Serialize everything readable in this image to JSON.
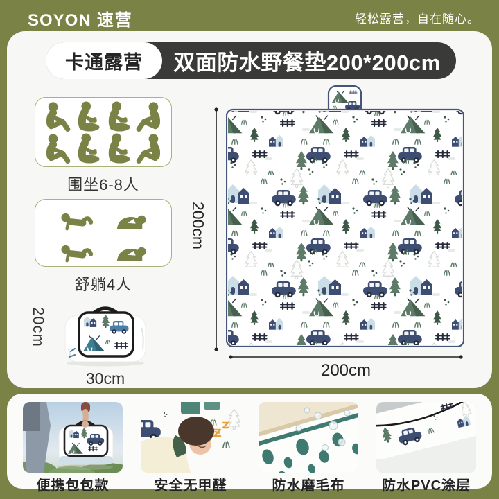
{
  "header": {
    "brand": "SOYON",
    "brand_cn": "速营",
    "tagline": "轻松露营，自在随心。"
  },
  "title": {
    "badge": "卡通露营",
    "main": "双面防水野餐垫200*200cm"
  },
  "capacity": {
    "sitting_label": "围坐6-8人",
    "lying_label": "舒躺4人"
  },
  "dimensions": {
    "mat_height": "200cm",
    "mat_width": "200cm",
    "folded_height": "20cm",
    "folded_width": "30cm"
  },
  "features": [
    {
      "label": "便携包包款"
    },
    {
      "label": "安全无甲醛"
    },
    {
      "label": "防水磨毛布"
    },
    {
      "label": "防水PVC涂层"
    }
  ],
  "icons": {
    "sitting_person": "sitting-person-icon",
    "lying_person": "lying-person-icon"
  },
  "colors": {
    "olive_background": "#7b8245",
    "card_background": "#f7f7f5",
    "title_box": "#3a3a38",
    "pattern_navy": "#3e4d72",
    "pattern_green": "#5d7b68",
    "pattern_light_blue": "#cbdde7",
    "mat_border": "#46567a"
  }
}
